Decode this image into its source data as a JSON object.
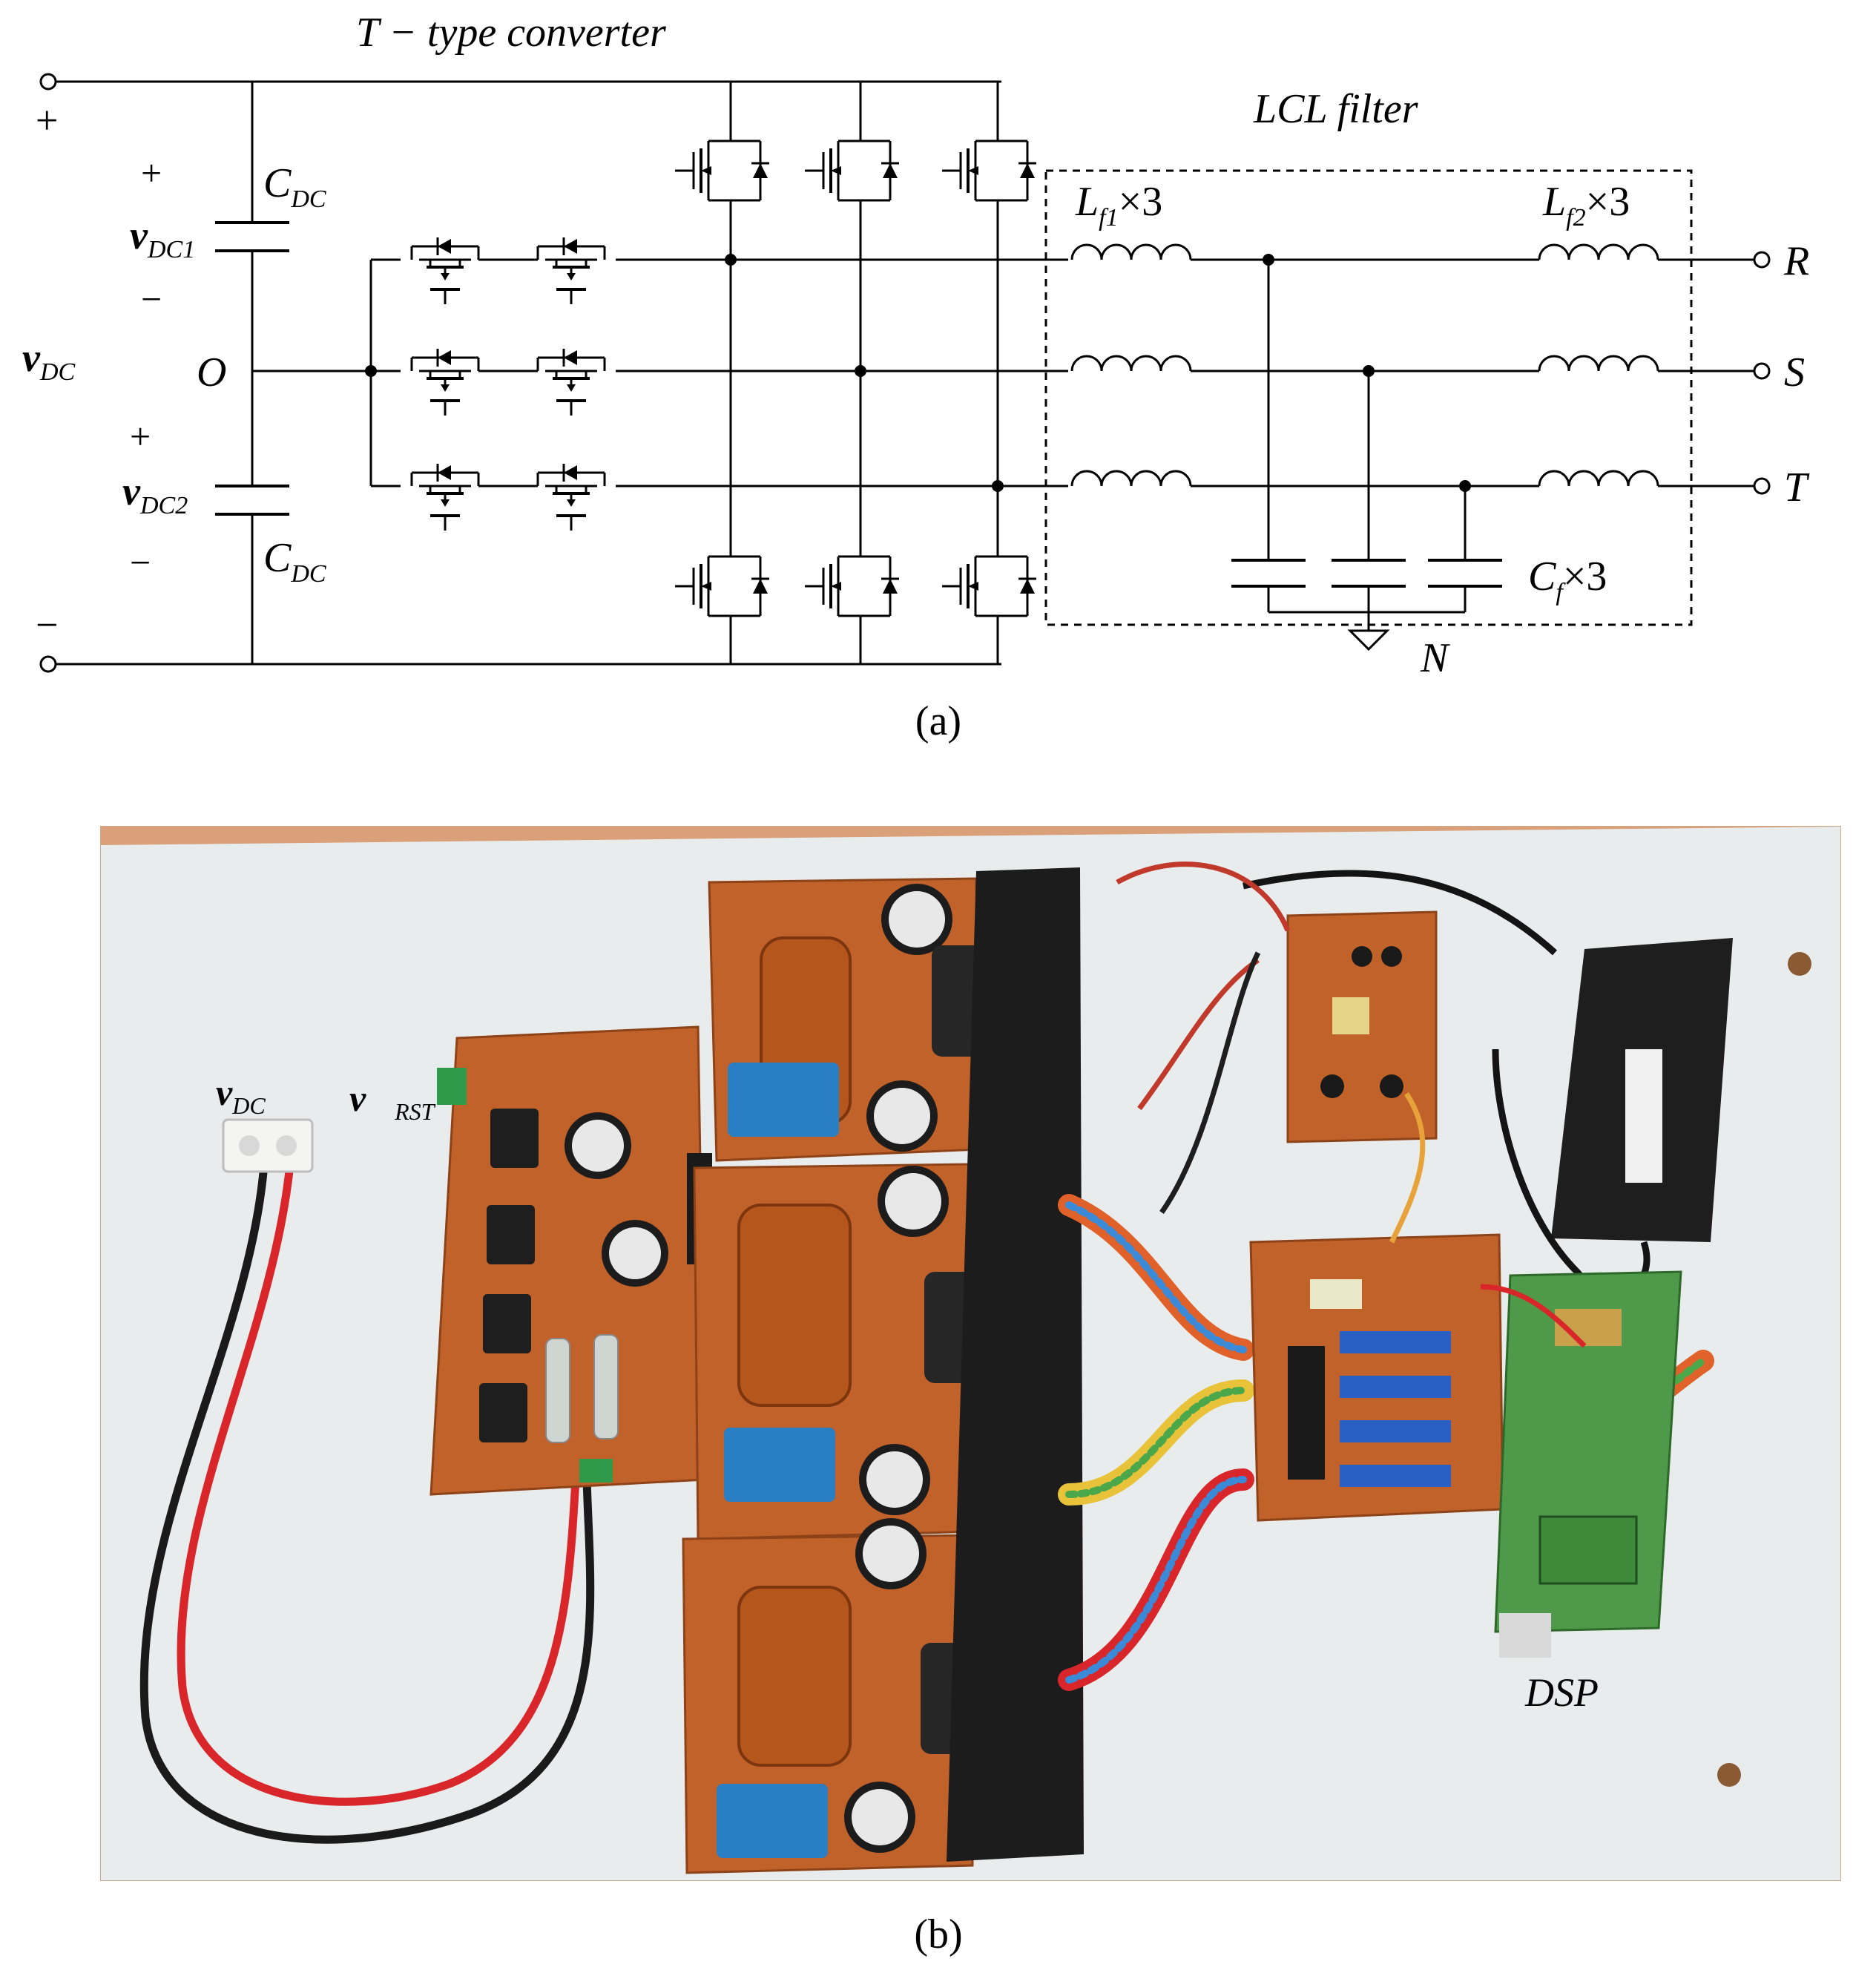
{
  "panel_a": {
    "title": "T − type converter",
    "filter_title": "LCL filter",
    "caption": "(a)",
    "dc_plus": "+",
    "dc_minus": "−",
    "v_dc": {
      "main": "v",
      "sub": "DC"
    },
    "v_dc1": {
      "main": "v",
      "sub": "DC1",
      "plus": "+",
      "minus": "−"
    },
    "v_dc2": {
      "main": "v",
      "sub": "DC2",
      "plus": "+",
      "minus": "−"
    },
    "c_dc_top": {
      "main": "C",
      "sub": "DC"
    },
    "c_dc_bottom": {
      "main": "C",
      "sub": "DC"
    },
    "midpoint": "O",
    "lf1": {
      "main": "L",
      "sub": "f1",
      "suffix": "×3"
    },
    "lf2": {
      "main": "L",
      "sub": "f2",
      "suffix": "×3"
    },
    "cf": {
      "main": "C",
      "sub": "f",
      "suffix": "×3"
    },
    "neutral": "N",
    "phases": [
      "R",
      "S",
      "T"
    ]
  },
  "panel_b": {
    "caption": "(b)",
    "label_vdc": {
      "main": "v",
      "sub": "DC"
    },
    "label_vrst": {
      "main": "v⃗",
      "sub": "RST"
    },
    "label_dsp": "DSP"
  },
  "colors": {
    "board": "#c0622a",
    "backboard": "#e8ecec",
    "table": "#d9a07a",
    "capacitor_body": "#e8e8e8",
    "heatsink": "#1c1c1c",
    "sensor": "#2a7fc4",
    "wire_red": "#d8262a",
    "wire_black": "#1a1a1a",
    "dsp_board": "#4f9a4a"
  }
}
